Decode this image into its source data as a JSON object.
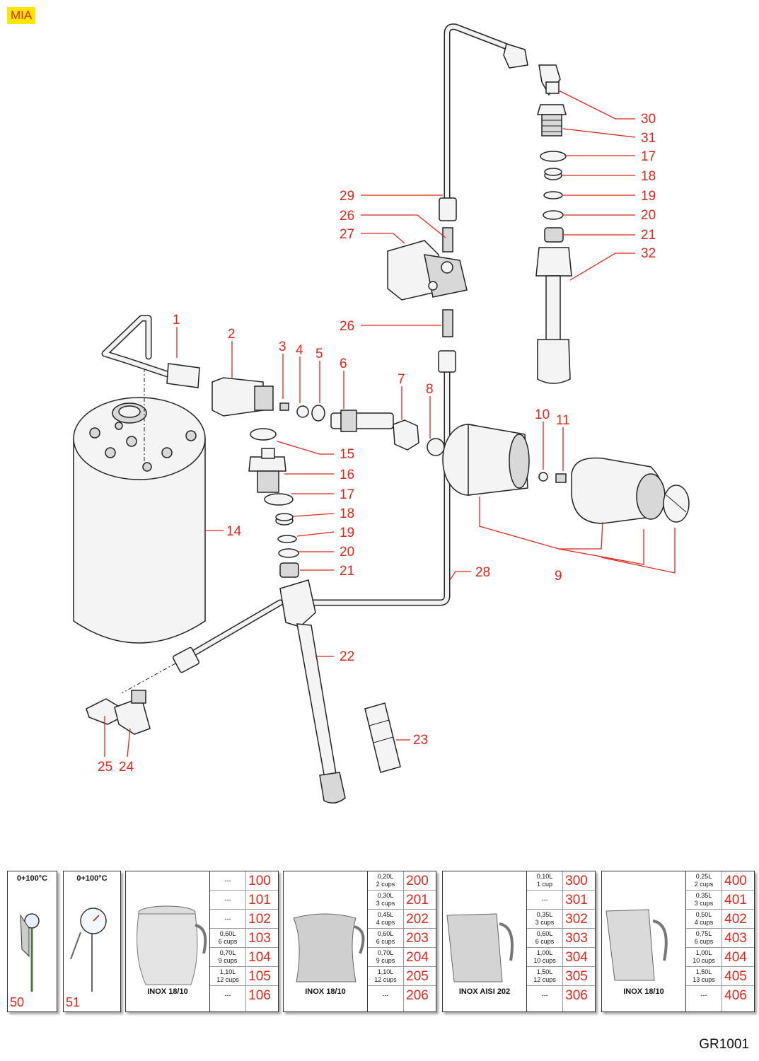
{
  "model_tag": "MIA",
  "diagram_code": "GR1001",
  "callouts": [
    {
      "id": "c30",
      "label": "30"
    },
    {
      "id": "c31",
      "label": "31"
    },
    {
      "id": "c17a",
      "label": "17"
    },
    {
      "id": "c18a",
      "label": "18"
    },
    {
      "id": "c19a",
      "label": "19"
    },
    {
      "id": "c20a",
      "label": "20"
    },
    {
      "id": "c21a",
      "label": "21"
    },
    {
      "id": "c32",
      "label": "32"
    },
    {
      "id": "c29",
      "label": "29"
    },
    {
      "id": "c26a",
      "label": "26"
    },
    {
      "id": "c27",
      "label": "27"
    },
    {
      "id": "c26b",
      "label": "26"
    },
    {
      "id": "c1",
      "label": "1"
    },
    {
      "id": "c2",
      "label": "2"
    },
    {
      "id": "c3",
      "label": "3"
    },
    {
      "id": "c4",
      "label": "4"
    },
    {
      "id": "c5",
      "label": "5"
    },
    {
      "id": "c6",
      "label": "6"
    },
    {
      "id": "c7",
      "label": "7"
    },
    {
      "id": "c8",
      "label": "8"
    },
    {
      "id": "c10",
      "label": "10"
    },
    {
      "id": "c11",
      "label": "11"
    },
    {
      "id": "c15",
      "label": "15"
    },
    {
      "id": "c16",
      "label": "16"
    },
    {
      "id": "c17b",
      "label": "17"
    },
    {
      "id": "c18b",
      "label": "18"
    },
    {
      "id": "c19b",
      "label": "19"
    },
    {
      "id": "c20b",
      "label": "20"
    },
    {
      "id": "c21b",
      "label": "21"
    },
    {
      "id": "c14",
      "label": "14"
    },
    {
      "id": "c28",
      "label": "28"
    },
    {
      "id": "c9",
      "label": "9"
    },
    {
      "id": "c22",
      "label": "22"
    },
    {
      "id": "c23",
      "label": "23"
    },
    {
      "id": "c25",
      "label": "25"
    },
    {
      "id": "c24",
      "label": "24"
    }
  ],
  "thermometers": [
    {
      "range": "0+100°C",
      "code": "50"
    },
    {
      "range": "0+100°C",
      "code": "51"
    }
  ],
  "jugs": [
    {
      "material": "INOX 18/10",
      "rows": [
        {
          "size": "---",
          "cups": "",
          "code": "100"
        },
        {
          "size": "---",
          "cups": "",
          "code": "101"
        },
        {
          "size": "---",
          "cups": "",
          "code": "102"
        },
        {
          "size": "0,60L",
          "cups": "6 cups",
          "code": "103"
        },
        {
          "size": "0,70L",
          "cups": "9 cups",
          "code": "104"
        },
        {
          "size": "1,10L",
          "cups": "12 cups",
          "code": "105"
        },
        {
          "size": "---",
          "cups": "",
          "code": "106"
        }
      ]
    },
    {
      "material": "INOX 18/10",
      "rows": [
        {
          "size": "0,20L",
          "cups": "2 cups",
          "code": "200"
        },
        {
          "size": "0,30L",
          "cups": "3 cups",
          "code": "201"
        },
        {
          "size": "0,45L",
          "cups": "4 cups",
          "code": "202"
        },
        {
          "size": "0,60L",
          "cups": "6 cups",
          "code": "203"
        },
        {
          "size": "0,70L",
          "cups": "9 cups",
          "code": "204"
        },
        {
          "size": "1,10L",
          "cups": "12 cups",
          "code": "205"
        },
        {
          "size": "---",
          "cups": "",
          "code": "206"
        }
      ]
    },
    {
      "material": "INOX AISI 202",
      "rows": [
        {
          "size": "0,10L",
          "cups": "1 cup",
          "code": "300"
        },
        {
          "size": "---",
          "cups": "",
          "code": "301"
        },
        {
          "size": "0,35L",
          "cups": "3 cups",
          "code": "302"
        },
        {
          "size": "0,60L",
          "cups": "6 cups",
          "code": "303"
        },
        {
          "size": "1,00L",
          "cups": "10 cups",
          "code": "304"
        },
        {
          "size": "1,50L",
          "cups": "12 cups",
          "code": "305"
        },
        {
          "size": "---",
          "cups": "",
          "code": "306"
        }
      ]
    },
    {
      "material": "INOX 18/10",
      "rows": [
        {
          "size": "0,25L",
          "cups": "2 cups",
          "code": "400"
        },
        {
          "size": "0,35L",
          "cups": "3 cups",
          "code": "401"
        },
        {
          "size": "0,50L",
          "cups": "4 cups",
          "code": "402"
        },
        {
          "size": "0,75L",
          "cups": "6 cups",
          "code": "403"
        },
        {
          "size": "1,00L",
          "cups": "10 cups",
          "code": "404"
        },
        {
          "size": "1,50L",
          "cups": "13 cups",
          "code": "405"
        },
        {
          "size": "---",
          "cups": "",
          "code": "406"
        }
      ]
    }
  ]
}
